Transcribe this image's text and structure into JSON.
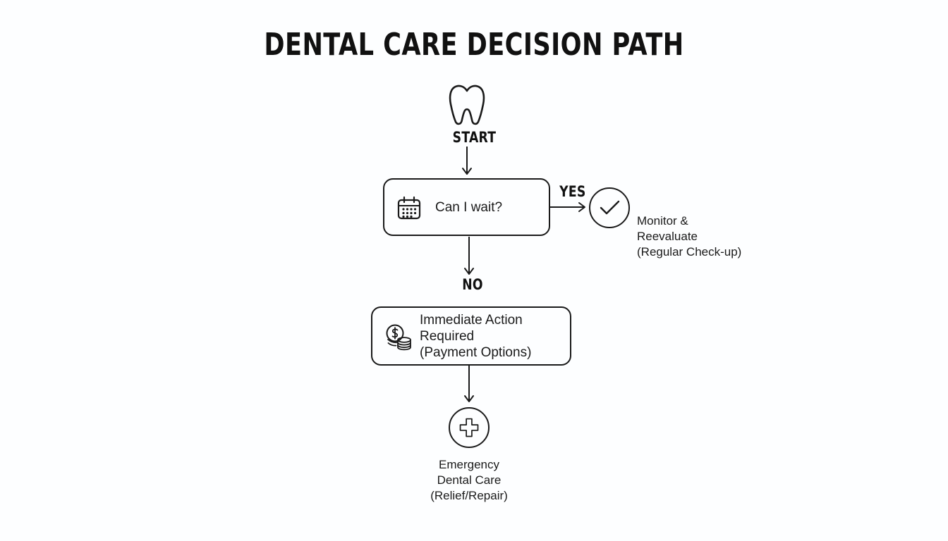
{
  "page": {
    "title": "DENTAL CARE DECISION PATH",
    "background_color": "#fdfeff",
    "ink_color": "#1a1a1a"
  },
  "diagram": {
    "type": "flowchart",
    "orientation": "top-down",
    "start": {
      "icon": "tooth-icon",
      "label": "START"
    },
    "decision": {
      "icon": "calendar-icon",
      "question": "Can I wait?",
      "branches": [
        {
          "label": "YES",
          "direction": "right",
          "target": "monitor-outcome"
        },
        {
          "label": "NO",
          "direction": "down",
          "target": "immediate-action-box"
        }
      ]
    },
    "outcomes": [
      {
        "id": "monitor-outcome",
        "icon": "check-circle-icon",
        "text": "Monitor &\nReevaluate\n(Regular Check-up)",
        "align": "left"
      },
      {
        "id": "emergency-outcome",
        "icon": "plus-circle-icon",
        "text": "Emergency\nDental Care\n(Relief/Repair)",
        "align": "center"
      }
    ],
    "action_box": {
      "id": "immediate-action-box",
      "icon": "money-stack-icon",
      "text": "Immediate Action Required\n(Payment Options)"
    }
  }
}
